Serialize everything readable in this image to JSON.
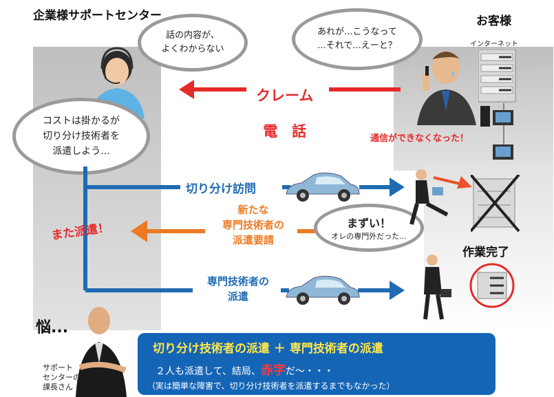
{
  "left_title": "企業様サポートセンター",
  "right_title": "お客様",
  "internet_label": "インターネット",
  "bubble_operator": "話の内容が、\nよくわからない",
  "bubble_customer": "あれが...こうなって\n...それで...えーと？",
  "bubble_manager": "コストは掛かるが\n切り分け技術者を\n派遣しよう...",
  "bubble_tech": "まずい！",
  "bubble_tech_sub": "オレの専門外だった...",
  "claim_line1": "クレーム",
  "claim_line2": "電　話",
  "comm_error": "通信ができなくなった！",
  "visit_label": "切り分け訪問",
  "request_label": "新たな\n専門技術者の\n派遣要請",
  "again_label": "また派遣！",
  "dispatch_label": "専門技術者の\n派遣",
  "done_label": "作業完了",
  "worry_label": "悩...",
  "boss_label": "サポート\nセンターの\n課長さん",
  "banner_line1": "切り分け技術者の派遣 ＋ 専門技術者の派遣",
  "banner_line2_pre": "２人も派遣して、結局、",
  "banner_line2_red": "赤字",
  "banner_line2_post": "だ〜・・・",
  "banner_line3": "（実は簡単な障害で、切り分け技術者を派遣するまでもなかった）",
  "colors": {
    "red": "#e52a2a",
    "blue": "#1f6bb3",
    "orange": "#ec7a24",
    "banner": "#1565b6"
  }
}
